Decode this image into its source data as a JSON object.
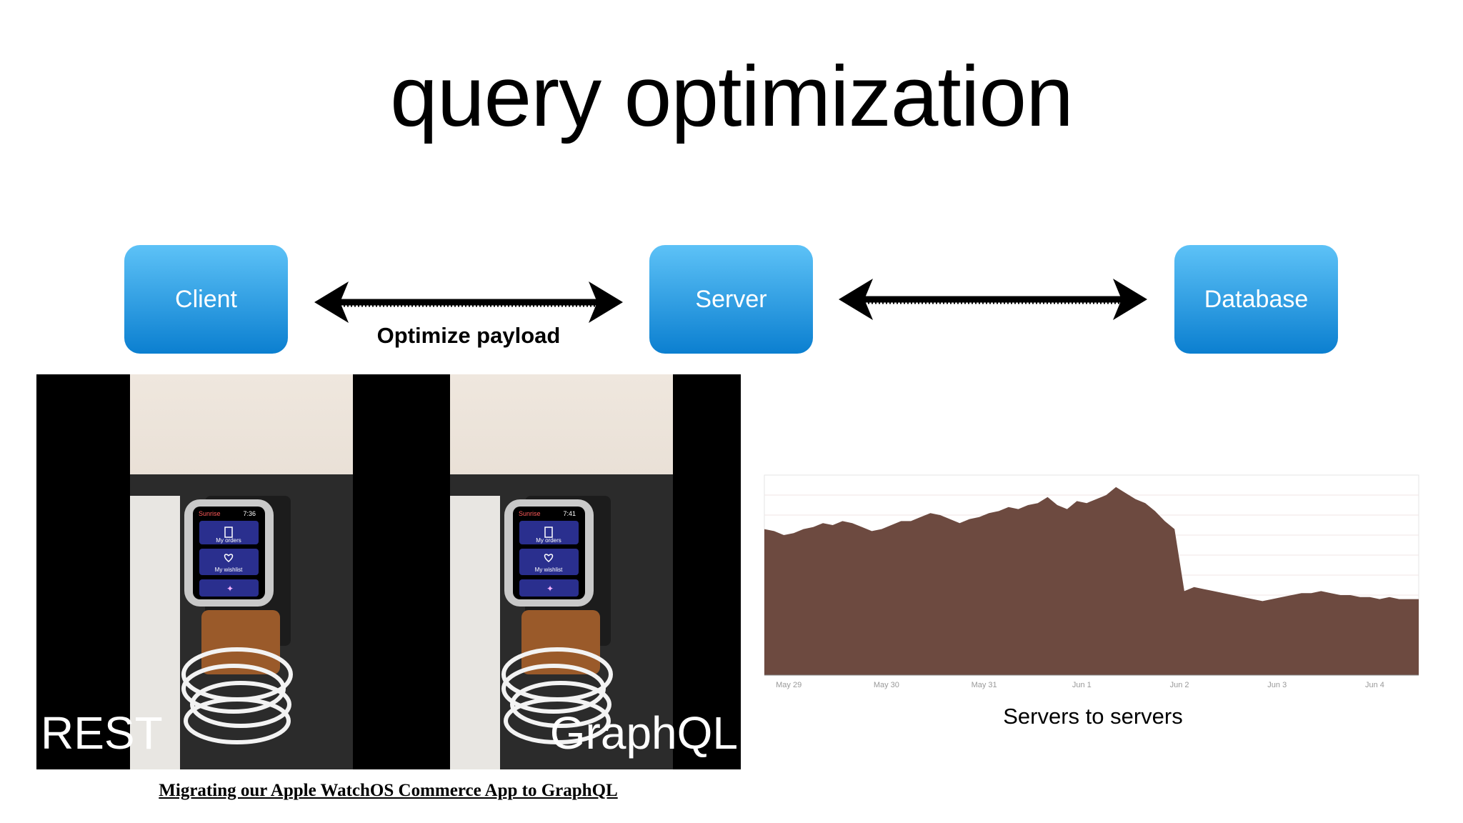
{
  "slide": {
    "title": "query optimization",
    "nodes": {
      "client": "Client",
      "server": "Server",
      "database": "Database"
    },
    "arrow_caption": "Optimize payload",
    "video": {
      "left_label": "REST",
      "right_label": "GraphQL",
      "watch_app": {
        "app_name": "Sunrise",
        "time_left": "7:36",
        "time_right": "7:41",
        "item_orders": "My orders",
        "item_wishlist": "My wishlist"
      },
      "link_text": "Migrating our Apple WatchOS Commerce App to GraphQL"
    },
    "chart_caption": "Servers to servers",
    "colors": {
      "node_top": "#5dc2f7",
      "node_bottom": "#0b7fd0",
      "chart_fill": "#6d4a40",
      "watch_screen": "#2a2f8e"
    }
  },
  "chart_data": {
    "type": "area",
    "x_ticks": [
      "May 29",
      "May 30",
      "May 31",
      "Jun 1",
      "Jun 2",
      "Jun 3",
      "Jun 4"
    ],
    "ylim": [
      0,
      100
    ],
    "grid": true,
    "x_span_days": [
      0,
      6.7
    ],
    "x": [
      0,
      0.1,
      0.2,
      0.3,
      0.4,
      0.5,
      0.6,
      0.7,
      0.8,
      0.9,
      1.0,
      1.1,
      1.2,
      1.3,
      1.4,
      1.5,
      1.6,
      1.7,
      1.8,
      1.9,
      2.0,
      2.1,
      2.2,
      2.3,
      2.4,
      2.5,
      2.6,
      2.7,
      2.8,
      2.9,
      3.0,
      3.1,
      3.2,
      3.3,
      3.4,
      3.5,
      3.6,
      3.7,
      3.8,
      3.9,
      4.0,
      4.1,
      4.2,
      4.3,
      4.4,
      4.5,
      4.6,
      4.7,
      4.8,
      4.9,
      5.0,
      5.1,
      5.2,
      5.3,
      5.4,
      5.5,
      5.6,
      5.7,
      5.8,
      5.9,
      6.0,
      6.1,
      6.2,
      6.3,
      6.4,
      6.5,
      6.6,
      6.7
    ],
    "values": [
      73,
      72,
      70,
      71,
      73,
      74,
      76,
      75,
      77,
      76,
      74,
      72,
      73,
      75,
      77,
      77,
      79,
      81,
      80,
      78,
      76,
      78,
      79,
      81,
      82,
      84,
      83,
      85,
      86,
      89,
      85,
      83,
      87,
      86,
      88,
      90,
      94,
      91,
      88,
      86,
      82,
      77,
      73,
      42,
      44,
      43,
      42,
      41,
      40,
      39,
      38,
      37,
      38,
      39,
      40,
      41,
      41,
      42,
      41,
      40,
      40,
      39,
      39,
      38,
      39,
      38,
      38,
      38
    ]
  }
}
